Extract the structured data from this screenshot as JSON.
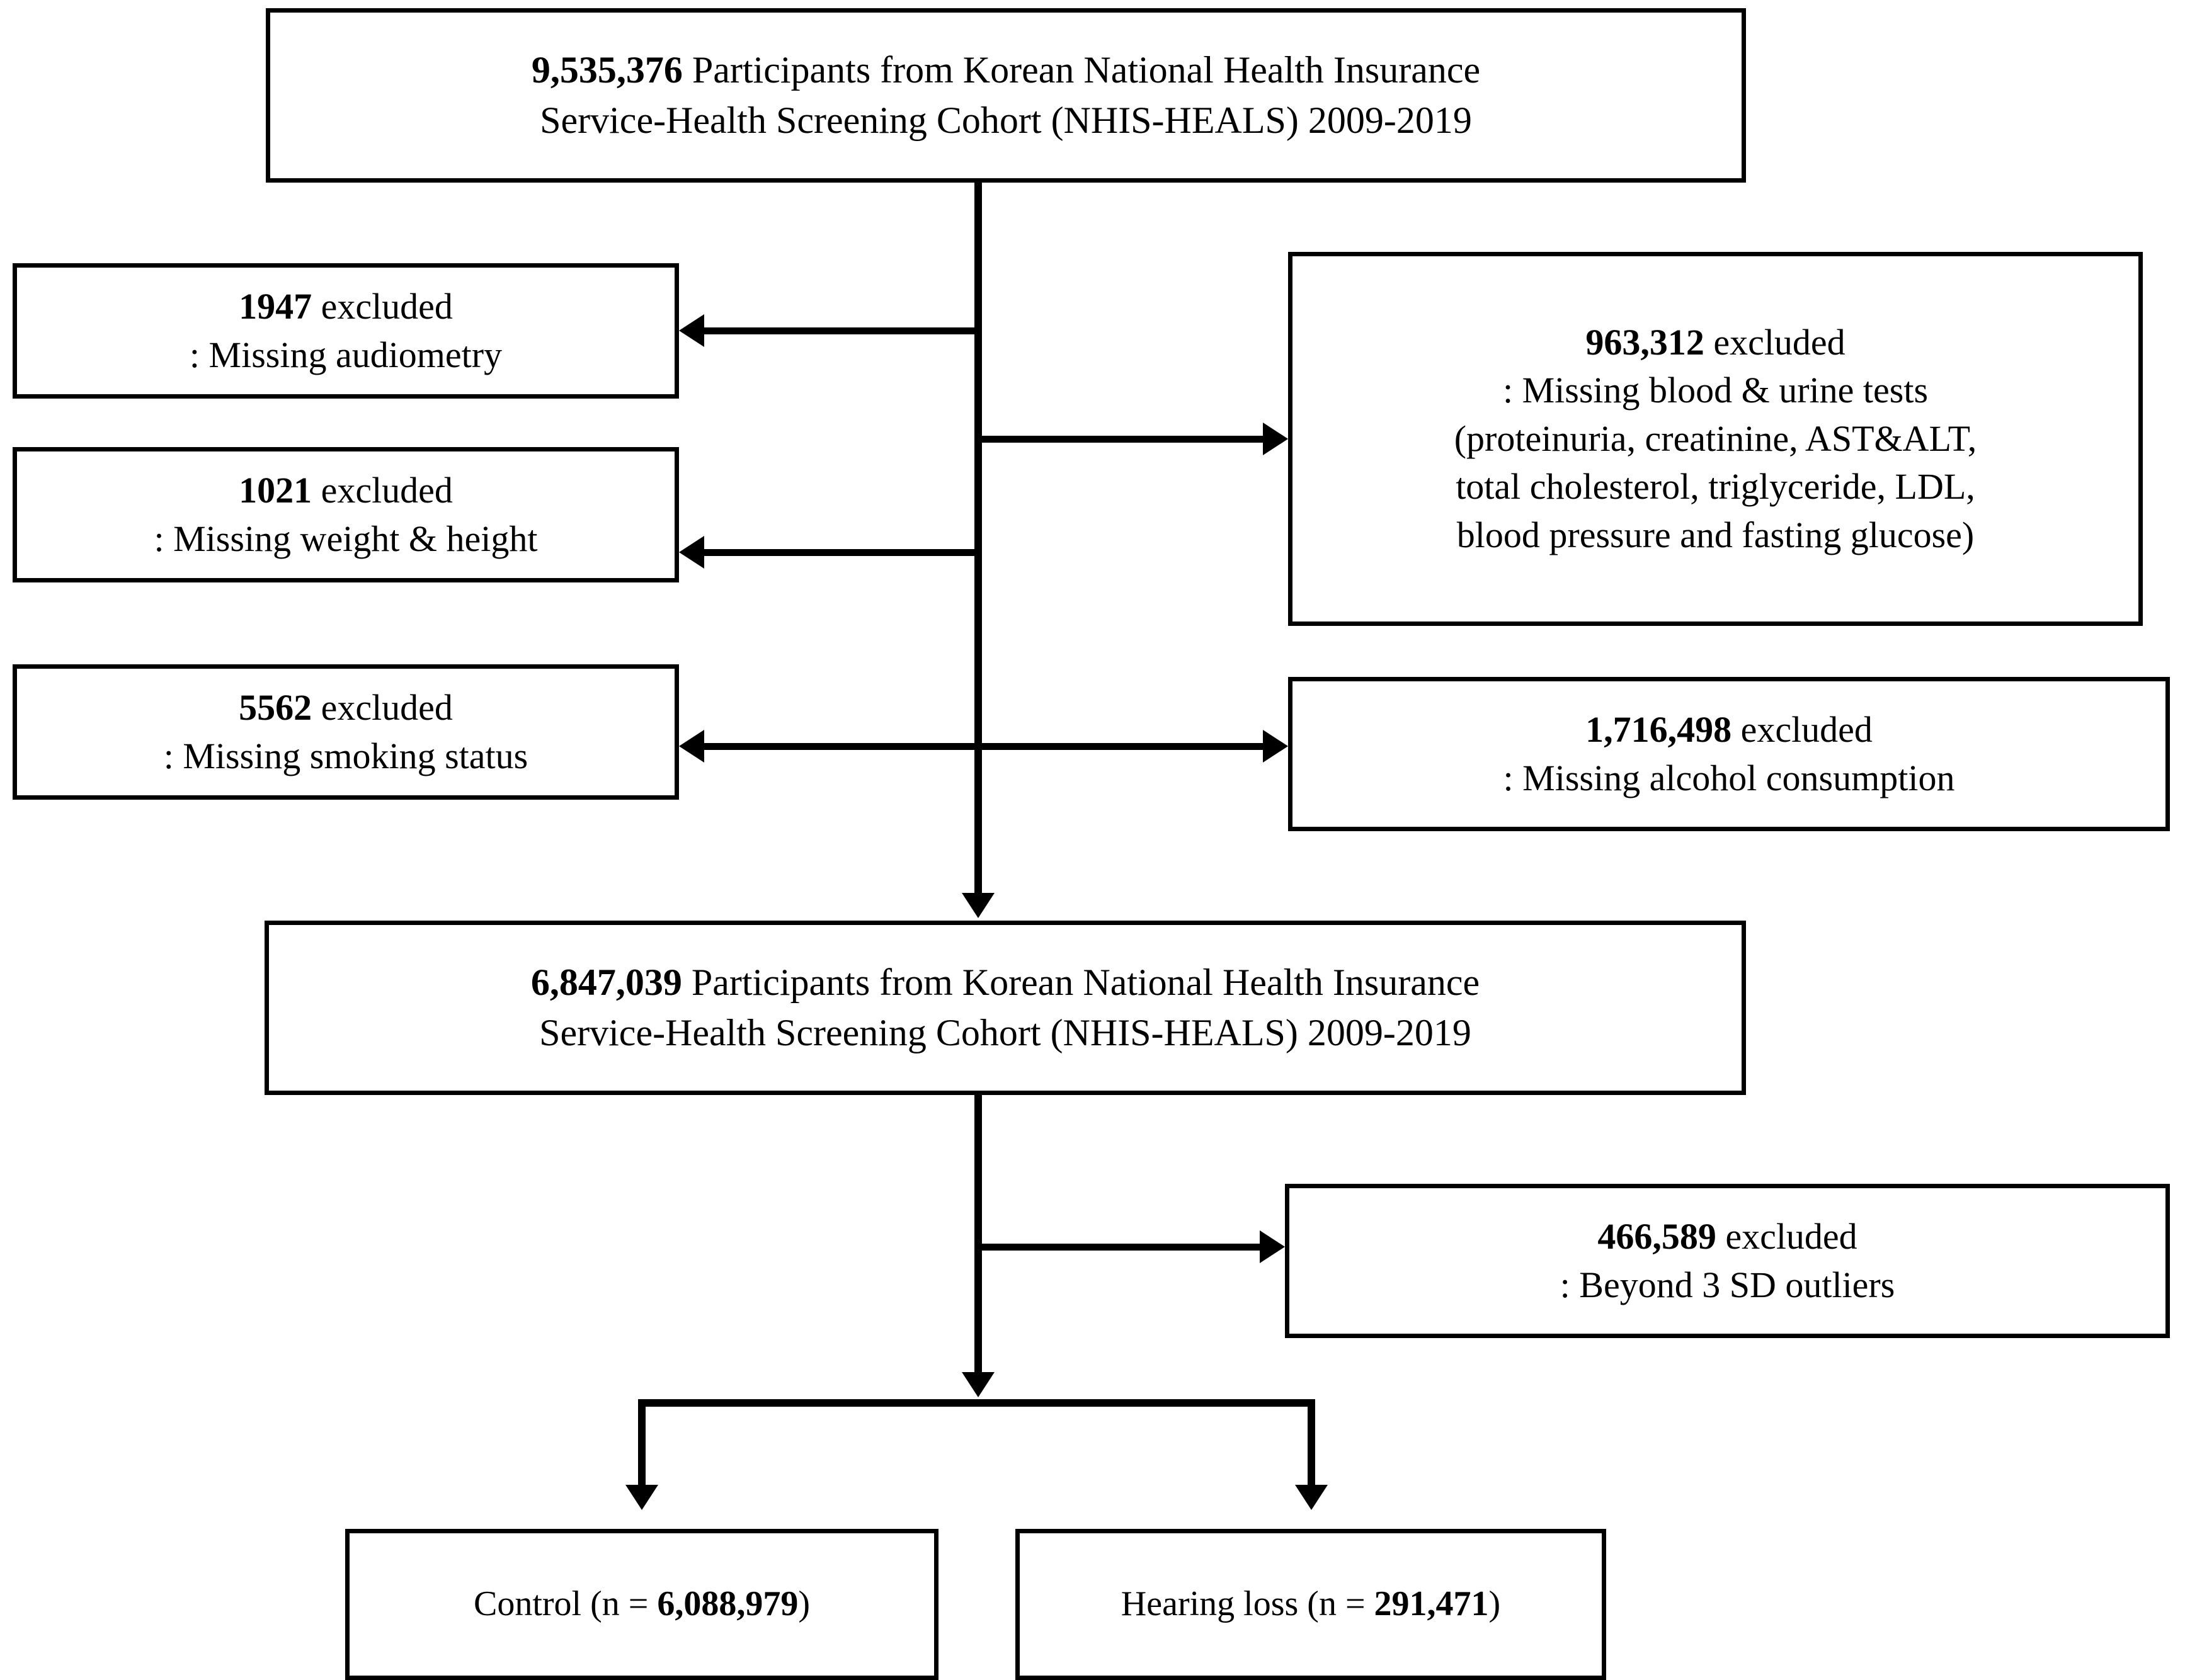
{
  "diagram": {
    "type": "flowchart",
    "title": "Study participant selection flow (NHIS-HEALS 2009-2019)",
    "nodes": {
      "source_cohort": {
        "count": "9,535,376",
        "line1_rest": " Participants from Korean National Health Insurance",
        "line2": "Service-Health Screening Cohort (NHIS-HEALS) 2009-2019"
      },
      "excl_audiometry": {
        "count": "1947",
        "count_suffix": " excluded",
        "reason": ": Missing audiometry"
      },
      "excl_weight_height": {
        "count": "1021",
        "count_suffix": " excluded",
        "reason": ": Missing weight & height"
      },
      "excl_smoking": {
        "count": "5562",
        "count_suffix": " excluded",
        "reason": ": Missing smoking status"
      },
      "excl_blood_urine": {
        "count": "963,312",
        "count_suffix": " excluded",
        "reason_line1": ": Missing blood & urine tests",
        "reason_line2": "(proteinuria, creatinine, AST&ALT,",
        "reason_line3": "total cholesterol, triglyceride, LDL,",
        "reason_line4": "blood pressure and fasting glucose)"
      },
      "excl_alcohol": {
        "count": "1,716,498",
        "count_suffix": " excluded",
        "reason": ": Missing alcohol consumption"
      },
      "eligible_cohort": {
        "count": "6,847,039",
        "line1_rest": " Participants from Korean National Health Insurance",
        "line2": "Service-Health Screening Cohort (NHIS-HEALS) 2009-2019"
      },
      "excl_outliers": {
        "count": "466,589",
        "count_suffix": " excluded",
        "reason": ": Beyond 3 SD outliers"
      },
      "group_control": {
        "label_prefix": "Control (n = ",
        "count": "6,088,979",
        "label_suffix": ")"
      },
      "group_hearing_loss": {
        "label_prefix": "Hearing loss (n = ",
        "count": "291,471",
        "label_suffix": ")"
      }
    },
    "colors": {
      "stroke": "#000000",
      "fill": "#ffffff",
      "text": "#000000"
    }
  }
}
